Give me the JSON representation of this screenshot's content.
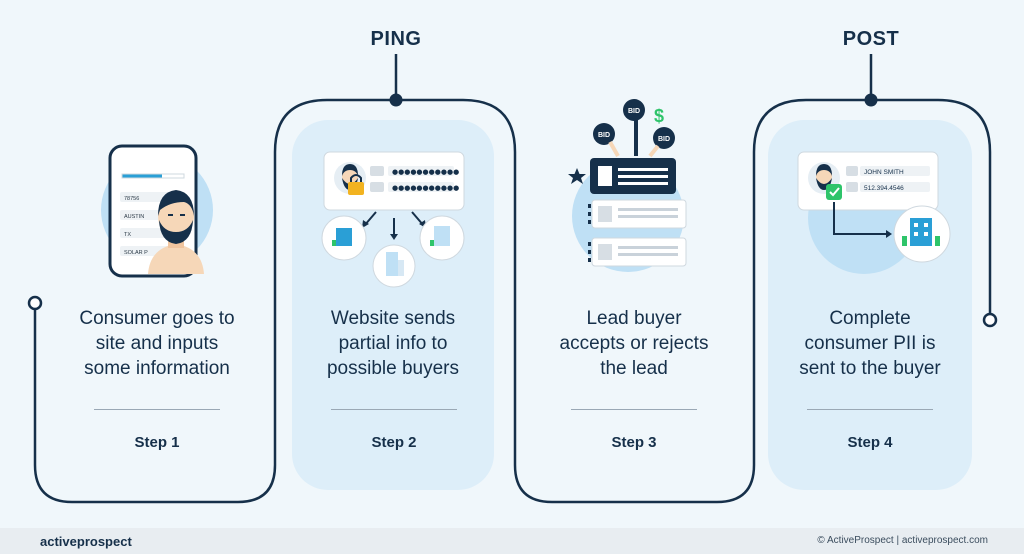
{
  "headers": {
    "ping": "PING",
    "post": "POST"
  },
  "steps": [
    {
      "description": [
        "Consumer goes to",
        "site and inputs",
        "some information"
      ],
      "label": "Step 1"
    },
    {
      "description": [
        "Website sends",
        "partial info to",
        "possible buyers"
      ],
      "label": "Step 2"
    },
    {
      "description": [
        "Lead buyer",
        "accepts or rejects",
        "the lead"
      ],
      "label": "Step 3"
    },
    {
      "description": [
        "Complete",
        "consumer PII is",
        "sent to the buyer"
      ],
      "label": "Step 4"
    }
  ],
  "illustrations": {
    "phone_fields": [
      "78756",
      "AUSTIN",
      "TX",
      "SOLAR P"
    ],
    "masked_fields": [
      "●●●●●●●●●●●",
      "●●●●●●●●●●●"
    ],
    "bid_labels": [
      "BID",
      "BID",
      "BID"
    ],
    "dollar": "$",
    "pii_fields": [
      "JOHN SMITH",
      "512.394.4546"
    ]
  },
  "footer": {
    "brand_part1": "active",
    "brand_part2": "prospect",
    "copyright": "© ActiveProspect  |  activeprospect.com"
  },
  "colors": {
    "navy": "#16304a",
    "card": "#ddeef9",
    "circle": "#bfe0f5",
    "accent": "#2a9fd6",
    "green": "#2ec46a",
    "lock": "#f2b320"
  }
}
